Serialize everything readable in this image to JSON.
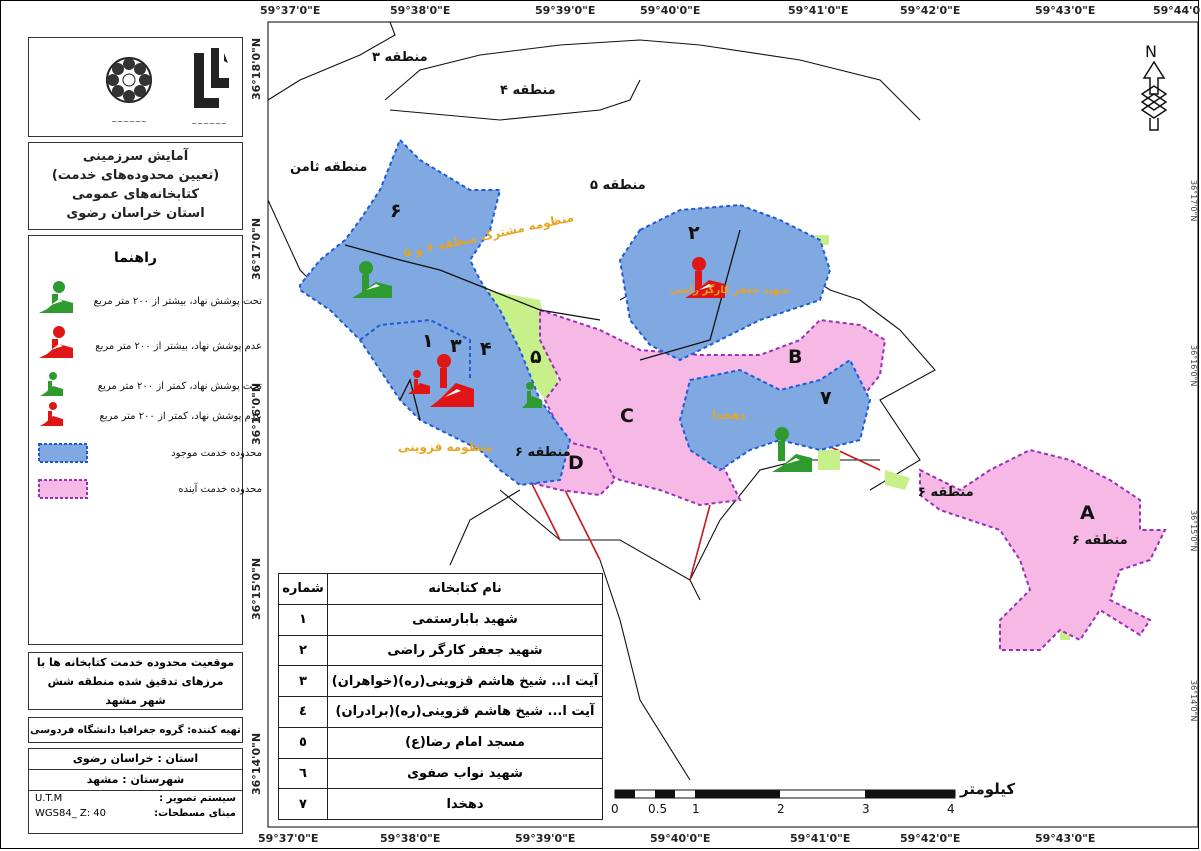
{
  "coords_top": [
    "59°37'0\"E",
    "59°38'0\"E",
    "59°39'0\"E",
    "59°40'0\"E",
    "59°41'0\"E",
    "59°42'0\"E",
    "59°43'0\"E",
    "59°44'0"
  ],
  "coords_bottom": [
    "59°37'0\"E",
    "59°38'0\"E",
    "59°39'0\"E",
    "59°40'0\"E",
    "59°41'0\"E",
    "59°42'0\"E",
    "59°43'0\"E"
  ],
  "coords_left": [
    "36°18'0\"N",
    "36°17'0\"N",
    "36°16'0\"N",
    "36°15'0\"N",
    "36°14'0\"N"
  ],
  "coords_right": [
    "36°17'0\"N",
    "36°16'0\"N",
    "36°15'0\"N",
    "36°14'0\"N"
  ],
  "title_panel": {
    "line1": "آمایش سرزمینی",
    "line2": "(تعیین محدوده‌های خدمت)",
    "line3": "کتابخانه‌های عمومی",
    "line4": "استان خراسان رضوی"
  },
  "legend": {
    "title": "راهنما",
    "items": [
      "تحت پوشش نهاد، بیشتر از ۲۰۰ متر مربع",
      "عدم پوشش نهاد، بیشتر از ۲۰۰ متر مربع",
      "تحت پوشش نهاد، کمتر از ۲۰۰ متر مربع",
      "عدم پوشش نهاد، کمتر از ۲۰۰ متر مربع",
      "محدوده خدمت موجود",
      "محدوده خدمت آینده"
    ]
  },
  "location_note": "موقعیت محدوده خدمت کتابخانه ها با مرزهای تدقیق شده منطقه شش شهر مشهد",
  "prepared_by": "تهیه کننده: گروه جغرافیا دانشگاه فردوسی",
  "province": "استان :   خراسان رضوی",
  "county": "شهرستان : مشهد",
  "projection": {
    "label1": "سیستم تصویر :",
    "value1": "U.T.M",
    "label2": "مبنای مسطحات:",
    "value2": "WGS84_ Z: 40"
  },
  "table": {
    "col_num": "شماره",
    "col_name": "نام  کتابخانه",
    "rows": [
      {
        "num": "۱",
        "name": "شهید بابارستمی"
      },
      {
        "num": "۲",
        "name": "شهید جعفر کارگر راضی"
      },
      {
        "num": "۳",
        "name": "آیت ا... شیخ هاشم قزوینی(ره)(خواهران)"
      },
      {
        "num": "٤",
        "name": "آیت ا... شیخ هاشم قزوینی(ره)(برادران)"
      },
      {
        "num": "٥",
        "name": "مسجد امام رضا(ع)"
      },
      {
        "num": "٦",
        "name": "شهید نواب صفوی"
      },
      {
        "num": "۷",
        "name": "دهخدا"
      }
    ]
  },
  "map_labels": {
    "z3": "منطقه ۳",
    "z4": "منطقه ۴",
    "z5": "منطقه ۵",
    "thamen": "منطقه ثامن",
    "z6a": "منطقه ۶",
    "z6b": "منطقه ۶",
    "z6c": "منطقه ۶",
    "shared": "منظومه مشترک منطقه ۶ و ۵",
    "ghazvini": "منظومه قزوینی",
    "jafar": "شهید جعفر کارگر راضی",
    "dehkhoda": "دهخدا",
    "A": "A",
    "B": "B",
    "C": "C",
    "D": "D",
    "n1": "۱",
    "n2": "۲",
    "n3": "۳",
    "n4": "۴",
    "n5": "۵",
    "n6": "۶",
    "n7": "۷"
  },
  "scale": {
    "unit": "کیلومتر",
    "ticks": [
      "0",
      "0.5",
      "1",
      "2",
      "3",
      "4"
    ]
  },
  "north": "N",
  "colors": {
    "existing": "#7fa9e0",
    "future": "#f6b9e6",
    "covered": "#2f9a2f",
    "uncovered": "#e01616",
    "green_patch": "#c8f08a",
    "existing_border": "#1f5bd8",
    "future_border": "#9a2fb8"
  }
}
